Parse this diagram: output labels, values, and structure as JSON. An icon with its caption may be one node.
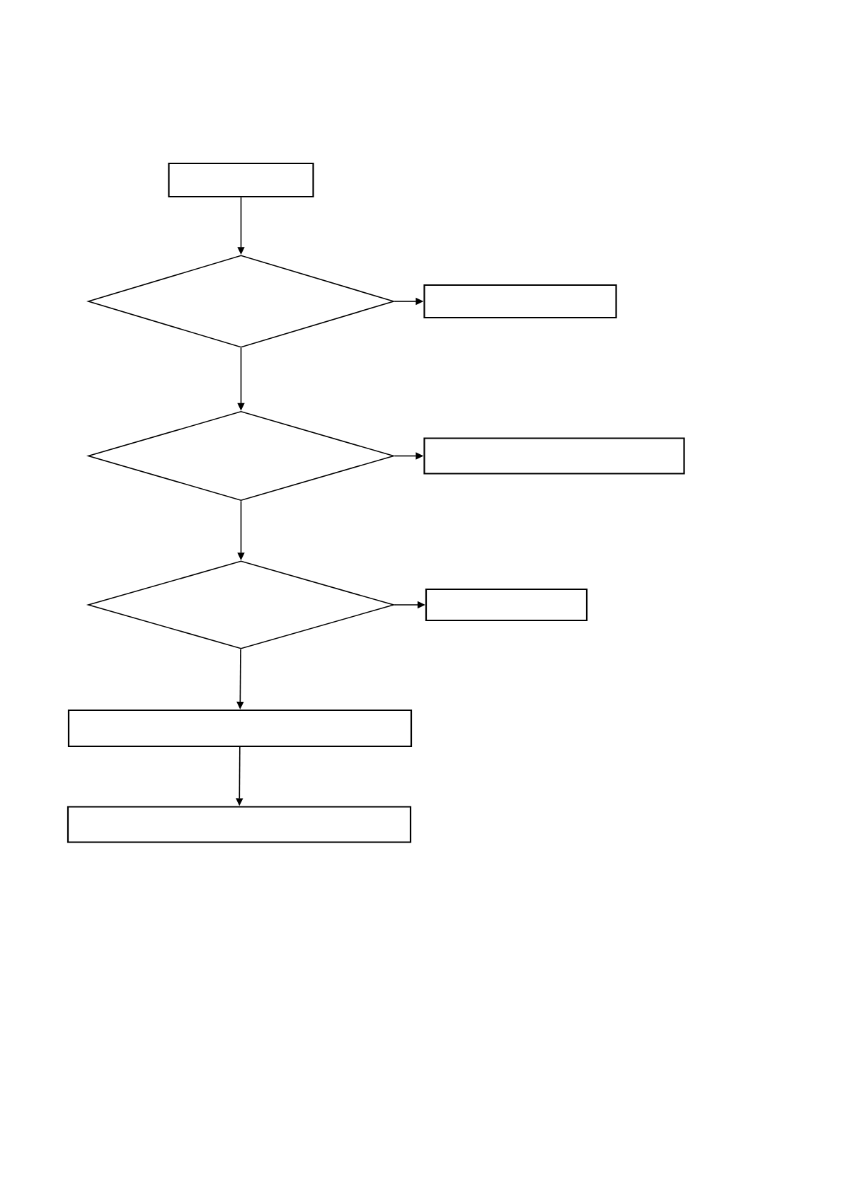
{
  "diagram": {
    "nodes": [
      {
        "text": [],
        "shape": "box"
      },
      {
        "text": [],
        "shape": "diamond"
      },
      {
        "text": [],
        "shape": "box"
      },
      {
        "text": [],
        "shape": "diamond"
      },
      {
        "text": [],
        "shape": "box"
      },
      {
        "text": [],
        "shape": "diamond"
      },
      {
        "text": [],
        "shape": "box"
      },
      {
        "text": [],
        "shape": "box"
      },
      {
        "text": [],
        "shape": "box"
      }
    ],
    "edges": [
      {
        "from": 0,
        "to": 1,
        "arrow": "to"
      },
      {
        "from": 1,
        "to": 2,
        "arrow": "to"
      },
      {
        "from": 1,
        "to": 3,
        "arrow": "to"
      },
      {
        "from": 3,
        "to": 4,
        "arrow": "to"
      },
      {
        "from": 3,
        "to": 5,
        "arrow": "to"
      },
      {
        "from": 5,
        "to": 6,
        "arrow": "to"
      },
      {
        "from": 5,
        "to": 7,
        "arrow": "to"
      },
      {
        "from": 7,
        "to": 8,
        "arrow": "to"
      }
    ]
  }
}
